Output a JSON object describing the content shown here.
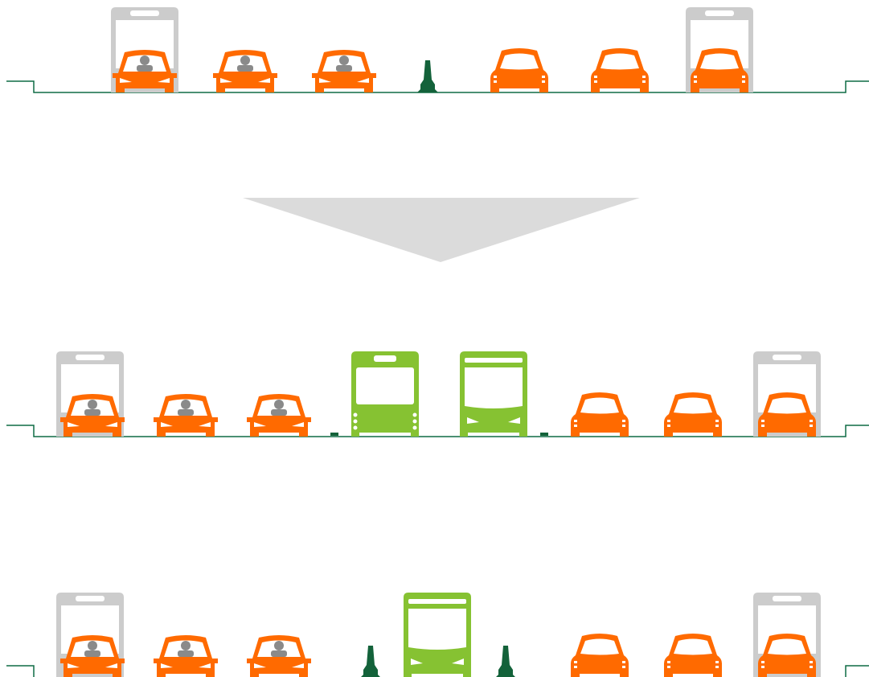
{
  "colors": {
    "car": "#FF6A00",
    "car_glass": "#ffffff",
    "driver": "#8a8a8a",
    "bus_general": "#cccccc",
    "bus_transit": "#86C232",
    "bollard": "#13623A",
    "road_line": "#0E6B45",
    "arrow": "#DBDBDB"
  },
  "scenes": [
    {
      "name": "before",
      "vehicles": [
        {
          "kind": "general-bus-behind",
          "view": "rear"
        },
        {
          "kind": "car",
          "view": "front"
        },
        {
          "kind": "car",
          "view": "front"
        },
        {
          "kind": "car",
          "view": "front"
        },
        {
          "kind": "bollard"
        },
        {
          "kind": "car",
          "view": "rear"
        },
        {
          "kind": "car",
          "view": "rear"
        },
        {
          "kind": "general-bus-behind",
          "view": "front"
        },
        {
          "kind": "car",
          "view": "rear"
        }
      ]
    },
    {
      "name": "after-two-bus-lanes",
      "vehicles": [
        {
          "kind": "general-bus-behind",
          "view": "rear"
        },
        {
          "kind": "car",
          "view": "front"
        },
        {
          "kind": "car",
          "view": "front"
        },
        {
          "kind": "car",
          "view": "front"
        },
        {
          "kind": "lane-marker"
        },
        {
          "kind": "transit-bus",
          "view": "front"
        },
        {
          "kind": "transit-bus",
          "view": "rear"
        },
        {
          "kind": "lane-marker"
        },
        {
          "kind": "car",
          "view": "rear"
        },
        {
          "kind": "car",
          "view": "rear"
        },
        {
          "kind": "general-bus-behind",
          "view": "front"
        },
        {
          "kind": "car",
          "view": "rear"
        }
      ]
    },
    {
      "name": "after-single-bus-lane",
      "vehicles": [
        {
          "kind": "general-bus-behind",
          "view": "rear"
        },
        {
          "kind": "car",
          "view": "front"
        },
        {
          "kind": "car",
          "view": "front"
        },
        {
          "kind": "car",
          "view": "front"
        },
        {
          "kind": "bollard"
        },
        {
          "kind": "transit-bus",
          "view": "rear"
        },
        {
          "kind": "bollard"
        },
        {
          "kind": "car",
          "view": "rear"
        },
        {
          "kind": "car",
          "view": "rear"
        },
        {
          "kind": "general-bus-behind",
          "view": "front"
        },
        {
          "kind": "car",
          "view": "rear"
        }
      ]
    }
  ],
  "arrow": {
    "direction": "down"
  }
}
